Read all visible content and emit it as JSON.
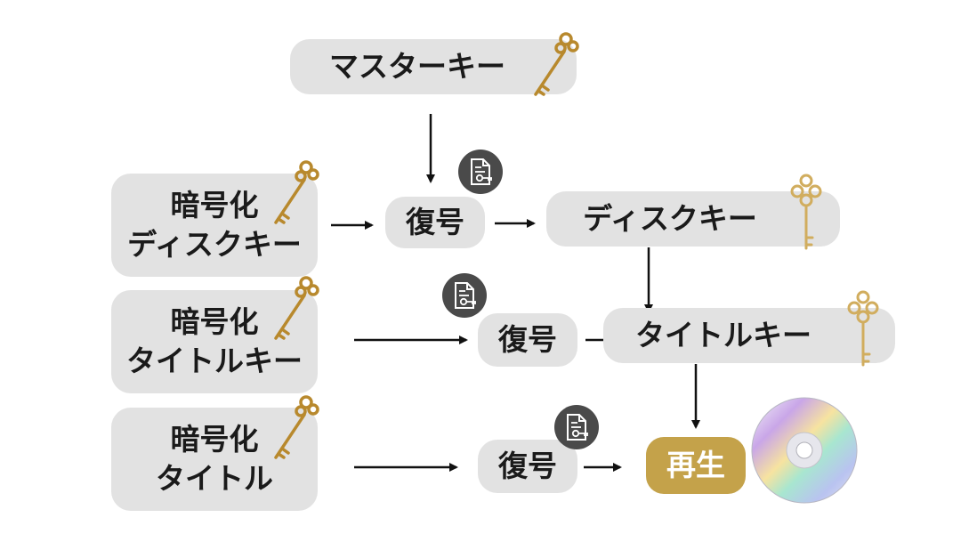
{
  "nodes": {
    "master_key": "マスターキー",
    "encrypted_disc_key": [
      "暗号化",
      "ディスクキー"
    ],
    "encrypted_title_key": [
      "暗号化",
      "タイトルキー"
    ],
    "encrypted_title": [
      "暗号化",
      "タイトル"
    ],
    "decrypt_1": "復号",
    "decrypt_2": "復号",
    "decrypt_3": "復号",
    "disc_key": "ディスクキー",
    "title_key": "タイトルキー",
    "play": "再生"
  },
  "colors": {
    "box_fill": "#e2e2e2",
    "play_fill": "#c4a24a",
    "badge_fill": "#4a4a4a",
    "arrow": "#111111",
    "key_gold": "#b8892d",
    "key_light_gold": "#e3c98f"
  },
  "icons": {
    "decrypt_badge": "file-key-icon",
    "key": "antique-key-icon",
    "disc": "dvd-disc-icon"
  }
}
